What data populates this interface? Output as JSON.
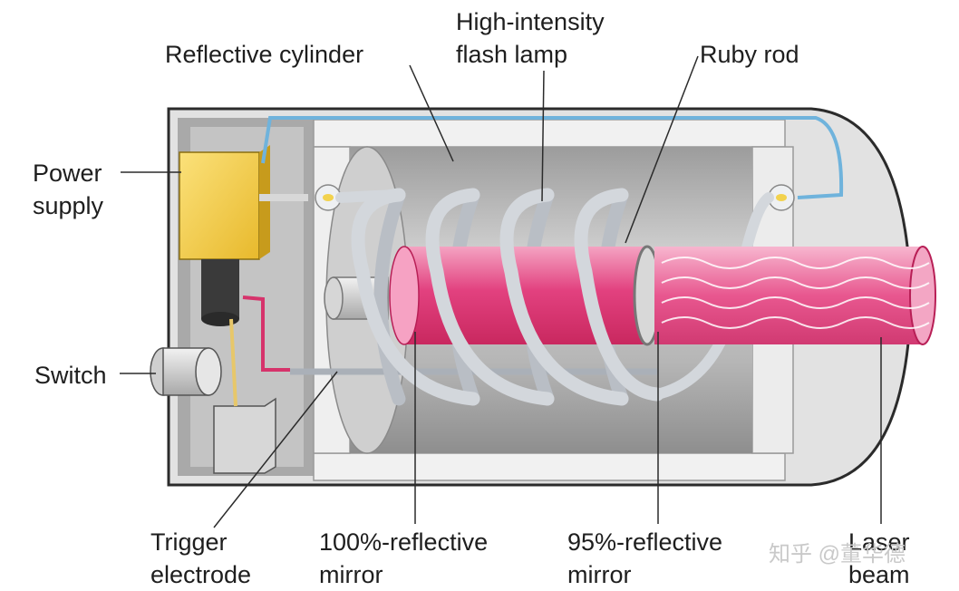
{
  "diagram": {
    "labels": {
      "reflective_cylinder": "Reflective cylinder",
      "flash_lamp_line1": "High-intensity",
      "flash_lamp_line2": "flash lamp",
      "ruby_rod": "Ruby rod",
      "power_supply_line1": "Power",
      "power_supply_line2": "supply",
      "switch": "Switch",
      "trigger_electrode_line1": "Trigger",
      "trigger_electrode_line2": "electrode",
      "mirror_100_line1": "100%-reflective",
      "mirror_100_line2": "mirror",
      "mirror_95_line1": "95%-reflective",
      "mirror_95_line2": "mirror",
      "laser_beam_line1": "Laser",
      "laser_beam_line2": "beam"
    },
    "watermark": "知乎 @董华德",
    "colors": {
      "housing": "#dcdcdc",
      "housing_dark": "#9a9a9a",
      "power_supply": "#f4cf4a",
      "ruby": "#e64d86",
      "ruby_light": "#f7a8c6",
      "wire_blue": "#79b9e0",
      "wire_red": "#d6336b",
      "lamp": "#c2c6cc"
    }
  }
}
